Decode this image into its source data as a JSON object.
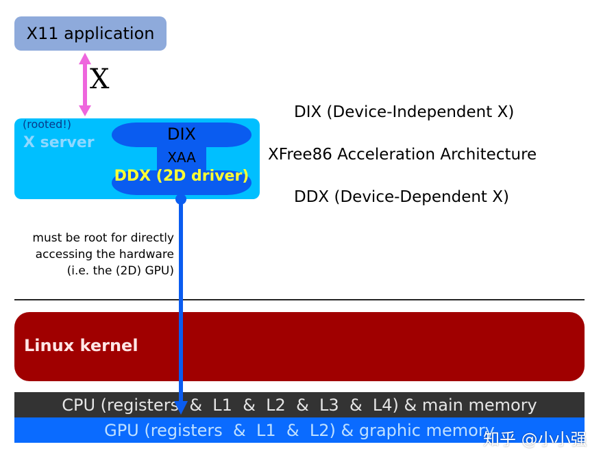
{
  "app": {
    "label": "X11 application"
  },
  "protocol": {
    "label": "X"
  },
  "xserver": {
    "rooted_label": "(rooted!)",
    "label": "X server",
    "dix_label": "DIX",
    "xaa_label": "XAA",
    "ddx_label": "DDX (2D driver)"
  },
  "descriptions": {
    "dix": "DIX (Device-Independent X)",
    "xaa": "XFree86 Acceleration Architecture",
    "ddx": "DDX (Device-Dependent X)"
  },
  "root_note": {
    "line1": "must be root for directly",
    "line2": "accessing the hardware",
    "line3": "(i.e. the (2D) GPU)"
  },
  "kernel": {
    "label": "Linux kernel"
  },
  "hardware": {
    "cpu": "CPU (registers  &  L1  &  L2  &  L3  &  L4) & main memory",
    "gpu": "GPU (registers  &  L1  &  L2) & graphic memory"
  },
  "watermark": "知乎 @小小强",
  "colors": {
    "app_box": "#8eaadb",
    "xserver_box": "#00bfff",
    "inner_shape": "#0a5cf0",
    "kernel_box": "#a00000",
    "cpu_bar": "#333333",
    "gpu_bar": "#0a6bff",
    "pink_arrow": "#ee66dd",
    "blue_arrow": "#0a5cf0"
  }
}
